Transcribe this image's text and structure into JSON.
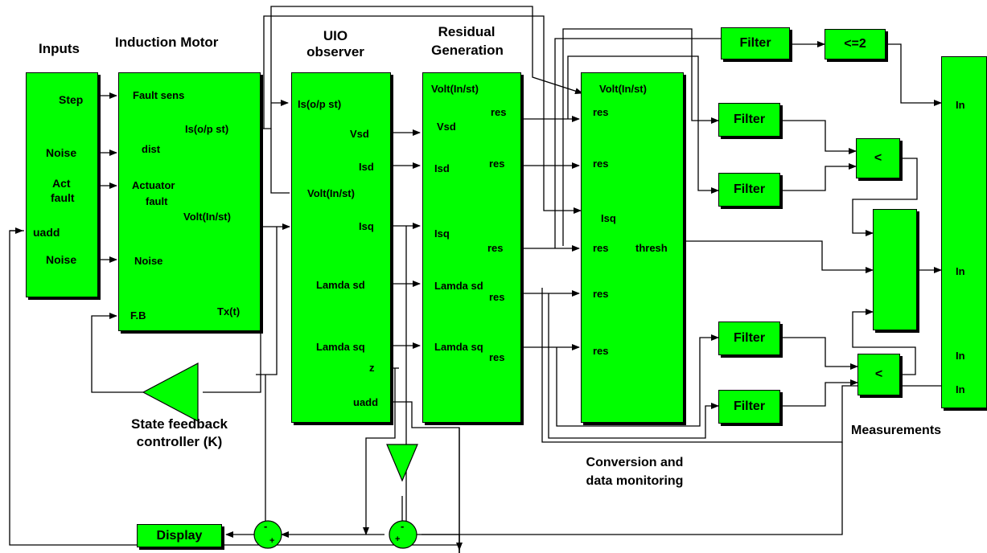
{
  "colors": {
    "block_fill": "#00ff00",
    "line": "#000000",
    "background": "#ffffff"
  },
  "titles": {
    "inputs": "Inputs",
    "motor": "Induction Motor",
    "observer": [
      "UIO",
      "observer"
    ],
    "residual": [
      "Residual",
      "Generation"
    ],
    "conversion": [
      "Conversion and",
      "data monitoring"
    ],
    "measurements": "Measurements",
    "controller": [
      "State feedback",
      "controller (K)"
    ]
  },
  "inputs_block": {
    "ports": [
      "Step",
      "Noise",
      "Act",
      "fault",
      "uadd",
      "Noise"
    ]
  },
  "motor_block": {
    "ports": [
      "Fault sens",
      "Is(o/p st)",
      "dist",
      "Actuator",
      "fault",
      "Volt(In/st)",
      "Noise",
      "F.B",
      "Tx(t)"
    ]
  },
  "observer_block": {
    "ports": [
      "Is(o/p st)",
      "Vsd",
      "Isd",
      "Volt(In/st)",
      "Isq",
      "Lamda sd",
      "Lamda sq",
      "z",
      "uadd"
    ]
  },
  "residual_block": {
    "ports": [
      "Volt(In/st)",
      "res",
      "Vsd",
      "Isd",
      "res",
      "Isq",
      "res",
      "Lamda sd",
      "res",
      "Lamda sq",
      "res"
    ]
  },
  "conversion_block": {
    "ports": [
      "Volt(In/st)",
      "res",
      "res",
      "Isq",
      "res",
      "thresh",
      "res",
      "res"
    ]
  },
  "filters": [
    "Filter",
    "Filter",
    "Filter",
    "Filter",
    "Filter"
  ],
  "compare_le": "<=2",
  "compare_lt": [
    "<",
    "<"
  ],
  "display": "Display",
  "measurement_ports": [
    "In",
    "In",
    "In",
    "In"
  ],
  "sum_signs": [
    [
      "-",
      "+"
    ],
    [
      "-",
      "+"
    ]
  ]
}
